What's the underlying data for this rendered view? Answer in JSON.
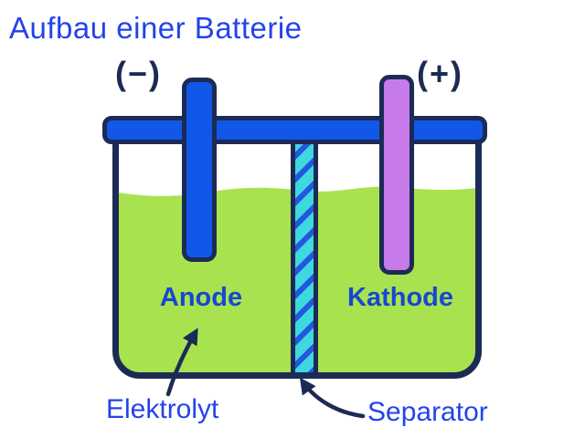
{
  "title": "Aufbau einer Batterie",
  "terminals": {
    "negative": "(−)",
    "positive": "(+)"
  },
  "diagram": {
    "anode_label": "Anode",
    "kathode_label": "Kathode",
    "elektrolyt_label": "Elektrolyt",
    "separator_label": "Separator"
  },
  "colors": {
    "background": "#ffffff",
    "title_blue": "#2443ea",
    "label_blue": "#1847d0",
    "navy": "#1c2b55",
    "electrode_blue": "#1158e8",
    "cathode_purple": "#c77bea",
    "electrolyte_green": "#a8e34f",
    "separator_teal": "#3ed8df",
    "separator_stripe_blue": "#2357e0"
  }
}
